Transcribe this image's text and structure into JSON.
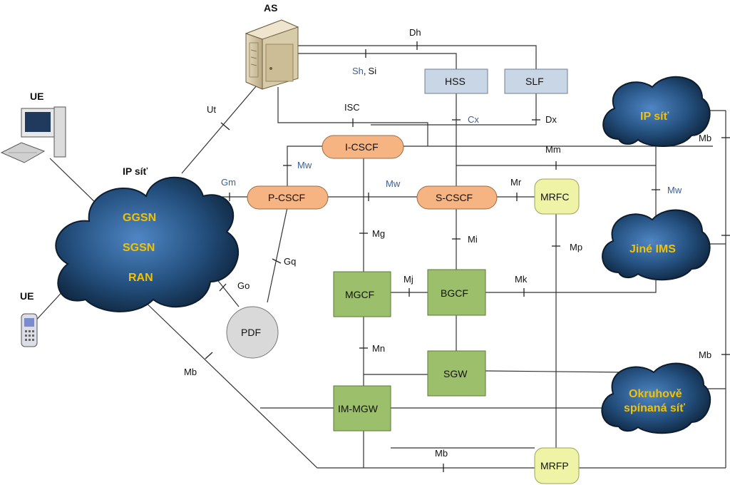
{
  "entities": {
    "as": "AS",
    "ue_pc": "UE",
    "ue_phone": "UE",
    "ip_network_label": "IP síť",
    "hss": "HSS",
    "slf": "SLF",
    "icscf": "I-CSCF",
    "pcscf": "P-CSCF",
    "scscf": "S-CSCF",
    "mrfc": "MRFC",
    "mgcf": "MGCF",
    "bgcf": "BGCF",
    "sgw": "SGW",
    "immgw": "IM-MGW",
    "mrfp": "MRFP",
    "pdf": "PDF"
  },
  "access_cloud": [
    "GGSN",
    "SGSN",
    "RAN"
  ],
  "clouds": {
    "ip_net": "IP síť",
    "other_ims": "Jiné IMS",
    "circuit_line1": "Okruhově",
    "circuit_line2": "spínaná síť"
  },
  "interfaces": {
    "dh": "Dh",
    "sh_si_a": "Sh",
    "sh_si_sep": ",",
    "sh_si_b": "Si",
    "ut": "Ut",
    "isc": "ISC",
    "cx": "Cx",
    "dx": "Dx",
    "mw_ip": "Mw",
    "gm": "Gm",
    "mw_ps": "Mw",
    "mr": "Mr",
    "mm": "Mm",
    "mb_top": "Mb",
    "mw_clouds": "Mw",
    "mg": "Mg",
    "mi": "Mi",
    "mp": "Mp",
    "gq": "Gq",
    "go": "Go",
    "mj": "Mj",
    "mk": "Mk",
    "mn": "Mn",
    "mb_left": "Mb",
    "mb_right": "Mb",
    "mb_bottom": "Mb"
  },
  "colors": {
    "cscf_fill": "#f5b482",
    "db_fill": "#c9d6e5",
    "gateway_fill": "#9bbf6a",
    "mrf_fill": "#eef3a6",
    "pdf_fill": "#d9d9d9",
    "cloud_fill": "#1f4e80",
    "cloud_text": "#f2c200",
    "interface_blue": "#3a5f9a"
  }
}
